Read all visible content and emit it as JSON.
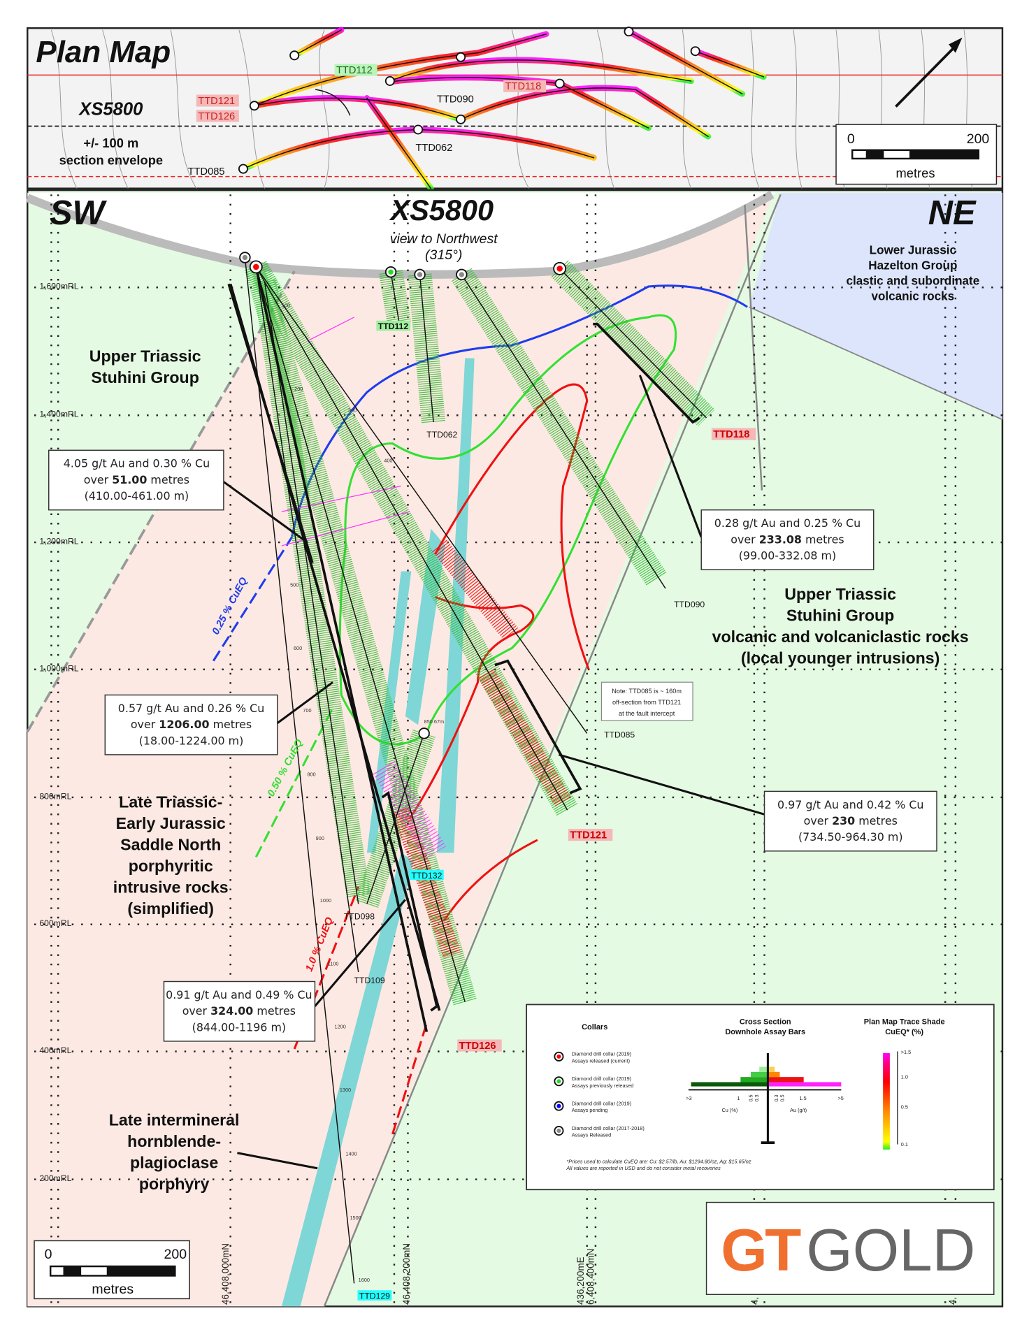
{
  "plan_map": {
    "title": "Plan Map",
    "section_label": "XS5800",
    "envelope_line1": "+/- 100 m",
    "envelope_line2": "section envelope",
    "holes": [
      "TTD112",
      "TTD118",
      "TTD121",
      "TTD126",
      "TTD090",
      "TTD062",
      "TTD085"
    ],
    "scale": {
      "start": "0",
      "end": "200",
      "unit": "metres"
    },
    "north_arrow": "north-arrow-icon"
  },
  "section": {
    "title": "XS5800",
    "view_line1": "view to Northwest",
    "view_line2": "(315°)",
    "sw": "SW",
    "ne": "NE",
    "mrl_labels": [
      "1,600mRL",
      "1,400mRL",
      "1,200mRL",
      "1,000mRL",
      "800mRL",
      "600mRL",
      "400mRL",
      "200mRL"
    ],
    "grid_labels": [
      "46,408,000mN",
      "46,408,200mN",
      "436,200mE",
      "6,408,400mN",
      "4, 6,",
      "4, 6,"
    ],
    "rock_units": {
      "upper_stuhini_left": [
        "Upper Triassic",
        "Stuhini Group"
      ],
      "hazelton": [
        "Lower Jurassic",
        "Hazelton Group",
        "clastic and subordinate",
        "volcanic rocks"
      ],
      "upper_stuhini_right": [
        "Upper Triassic",
        "Stuhini Group",
        "volcanic and volcaniclastic rocks",
        "(local younger intrusions)"
      ],
      "saddle_north": [
        "Late Triassic-",
        "Early Jurassic",
        "Saddle North",
        "porphyritic",
        "intrusive rocks",
        "(simplified)"
      ],
      "intermineral": [
        "Late intermineral",
        "hornblende-",
        "plagioclase",
        "porphyry"
      ]
    },
    "contours": {
      "c025": "0.25 % CuEQ",
      "c050": "0.50 % CuEQ",
      "c100": "1.0 % CuEQ"
    },
    "holes": {
      "TTD112": "TTD112",
      "TTD062": "TTD062",
      "TTD118": "TTD118",
      "TTD090": "TTD090",
      "TTD085": "TTD085",
      "TTD121": "TTD121",
      "TTD132": "TTD132",
      "TTD098": "TTD098",
      "TTD109": "TTD109",
      "TTD126": "TTD126",
      "TTD129": "TTD129"
    },
    "depth_ticks": [
      "100",
      "200",
      "300",
      "400",
      "500",
      "600",
      "700",
      "800",
      "900",
      "1000",
      "1100",
      "1200",
      "1300",
      "1400",
      "1500",
      "1600",
      "850.67m"
    ],
    "callouts": [
      {
        "line1": "4.05 g/t Au and 0.30 % Cu",
        "over": "over ",
        "metres": "51.00",
        "unit": " metres",
        "range": "(410.00-461.00 m)"
      },
      {
        "line1": "0.28 g/t Au and 0.25 % Cu",
        "over": "over ",
        "metres": "233.08",
        "unit": " metres",
        "range": "(99.00-332.08 m)"
      },
      {
        "line1": "0.57 g/t Au and 0.26 % Cu",
        "over": "over ",
        "metres": "1206.00",
        "unit": " metres",
        "range": "(18.00-1224.00 m)"
      },
      {
        "line1": "0.97 g/t Au and 0.42 % Cu",
        "over": "over ",
        "metres": "230",
        "unit": " metres",
        "range": "(734.50-964.30 m)"
      },
      {
        "line1": "0.91 g/t Au and 0.49 % Cu",
        "over": "over ",
        "metres": "324.00",
        "unit": " metres",
        "range": "(844.00-1196 m)"
      }
    ],
    "note": [
      "Note: TTD085 is ~ 160m",
      "off-section from TTD121",
      "at the fault intercept"
    ],
    "scale": {
      "start": "0",
      "end": "200",
      "unit": "metres"
    }
  },
  "legend": {
    "collars_title": "Collars",
    "collars": [
      {
        "line1": "Diamond drill collar (2019)",
        "line2": "Assays released (current)",
        "color": "#ff0000"
      },
      {
        "line1": "Diamond drill collar (2019)",
        "line2": "Assays previously released",
        "color": "#22dd22"
      },
      {
        "line1": "Diamond drill collar (2019)",
        "line2": "Assays pending",
        "color": "#0000ff"
      },
      {
        "line1": "Diamond drill collar (2017-2018)",
        "line2": "Assays Released",
        "color": "#888888"
      }
    ],
    "bars_title1": "Cross Section",
    "bars_title2": "Downhole Assay Bars",
    "bars_ticks_cu": [
      ">3",
      "1",
      "0.5",
      "0.3"
    ],
    "bars_ticks_au": [
      "0.3",
      "0.5",
      "1.5",
      ">5"
    ],
    "cu_label": "Cu (%)",
    "au_label": "Au (g/t)",
    "shade_title1": "Plan Map Trace Shade",
    "shade_title2": "CuEQ* (%)",
    "shade_ticks": [
      ">1.5",
      "1.0",
      "0.5",
      "0.1"
    ],
    "footnote1": "*Prices used to calculate CuEQ are: Cu: $2.57/lb, Au: $1294.80/oz, Ag: $15.65/oz",
    "footnote2": "All values are reported in USD and do not consider metal recoveries"
  },
  "logo": {
    "part1": "GT",
    "part2": "GOLD",
    "color1": "#f07030",
    "color2": "#666666"
  }
}
